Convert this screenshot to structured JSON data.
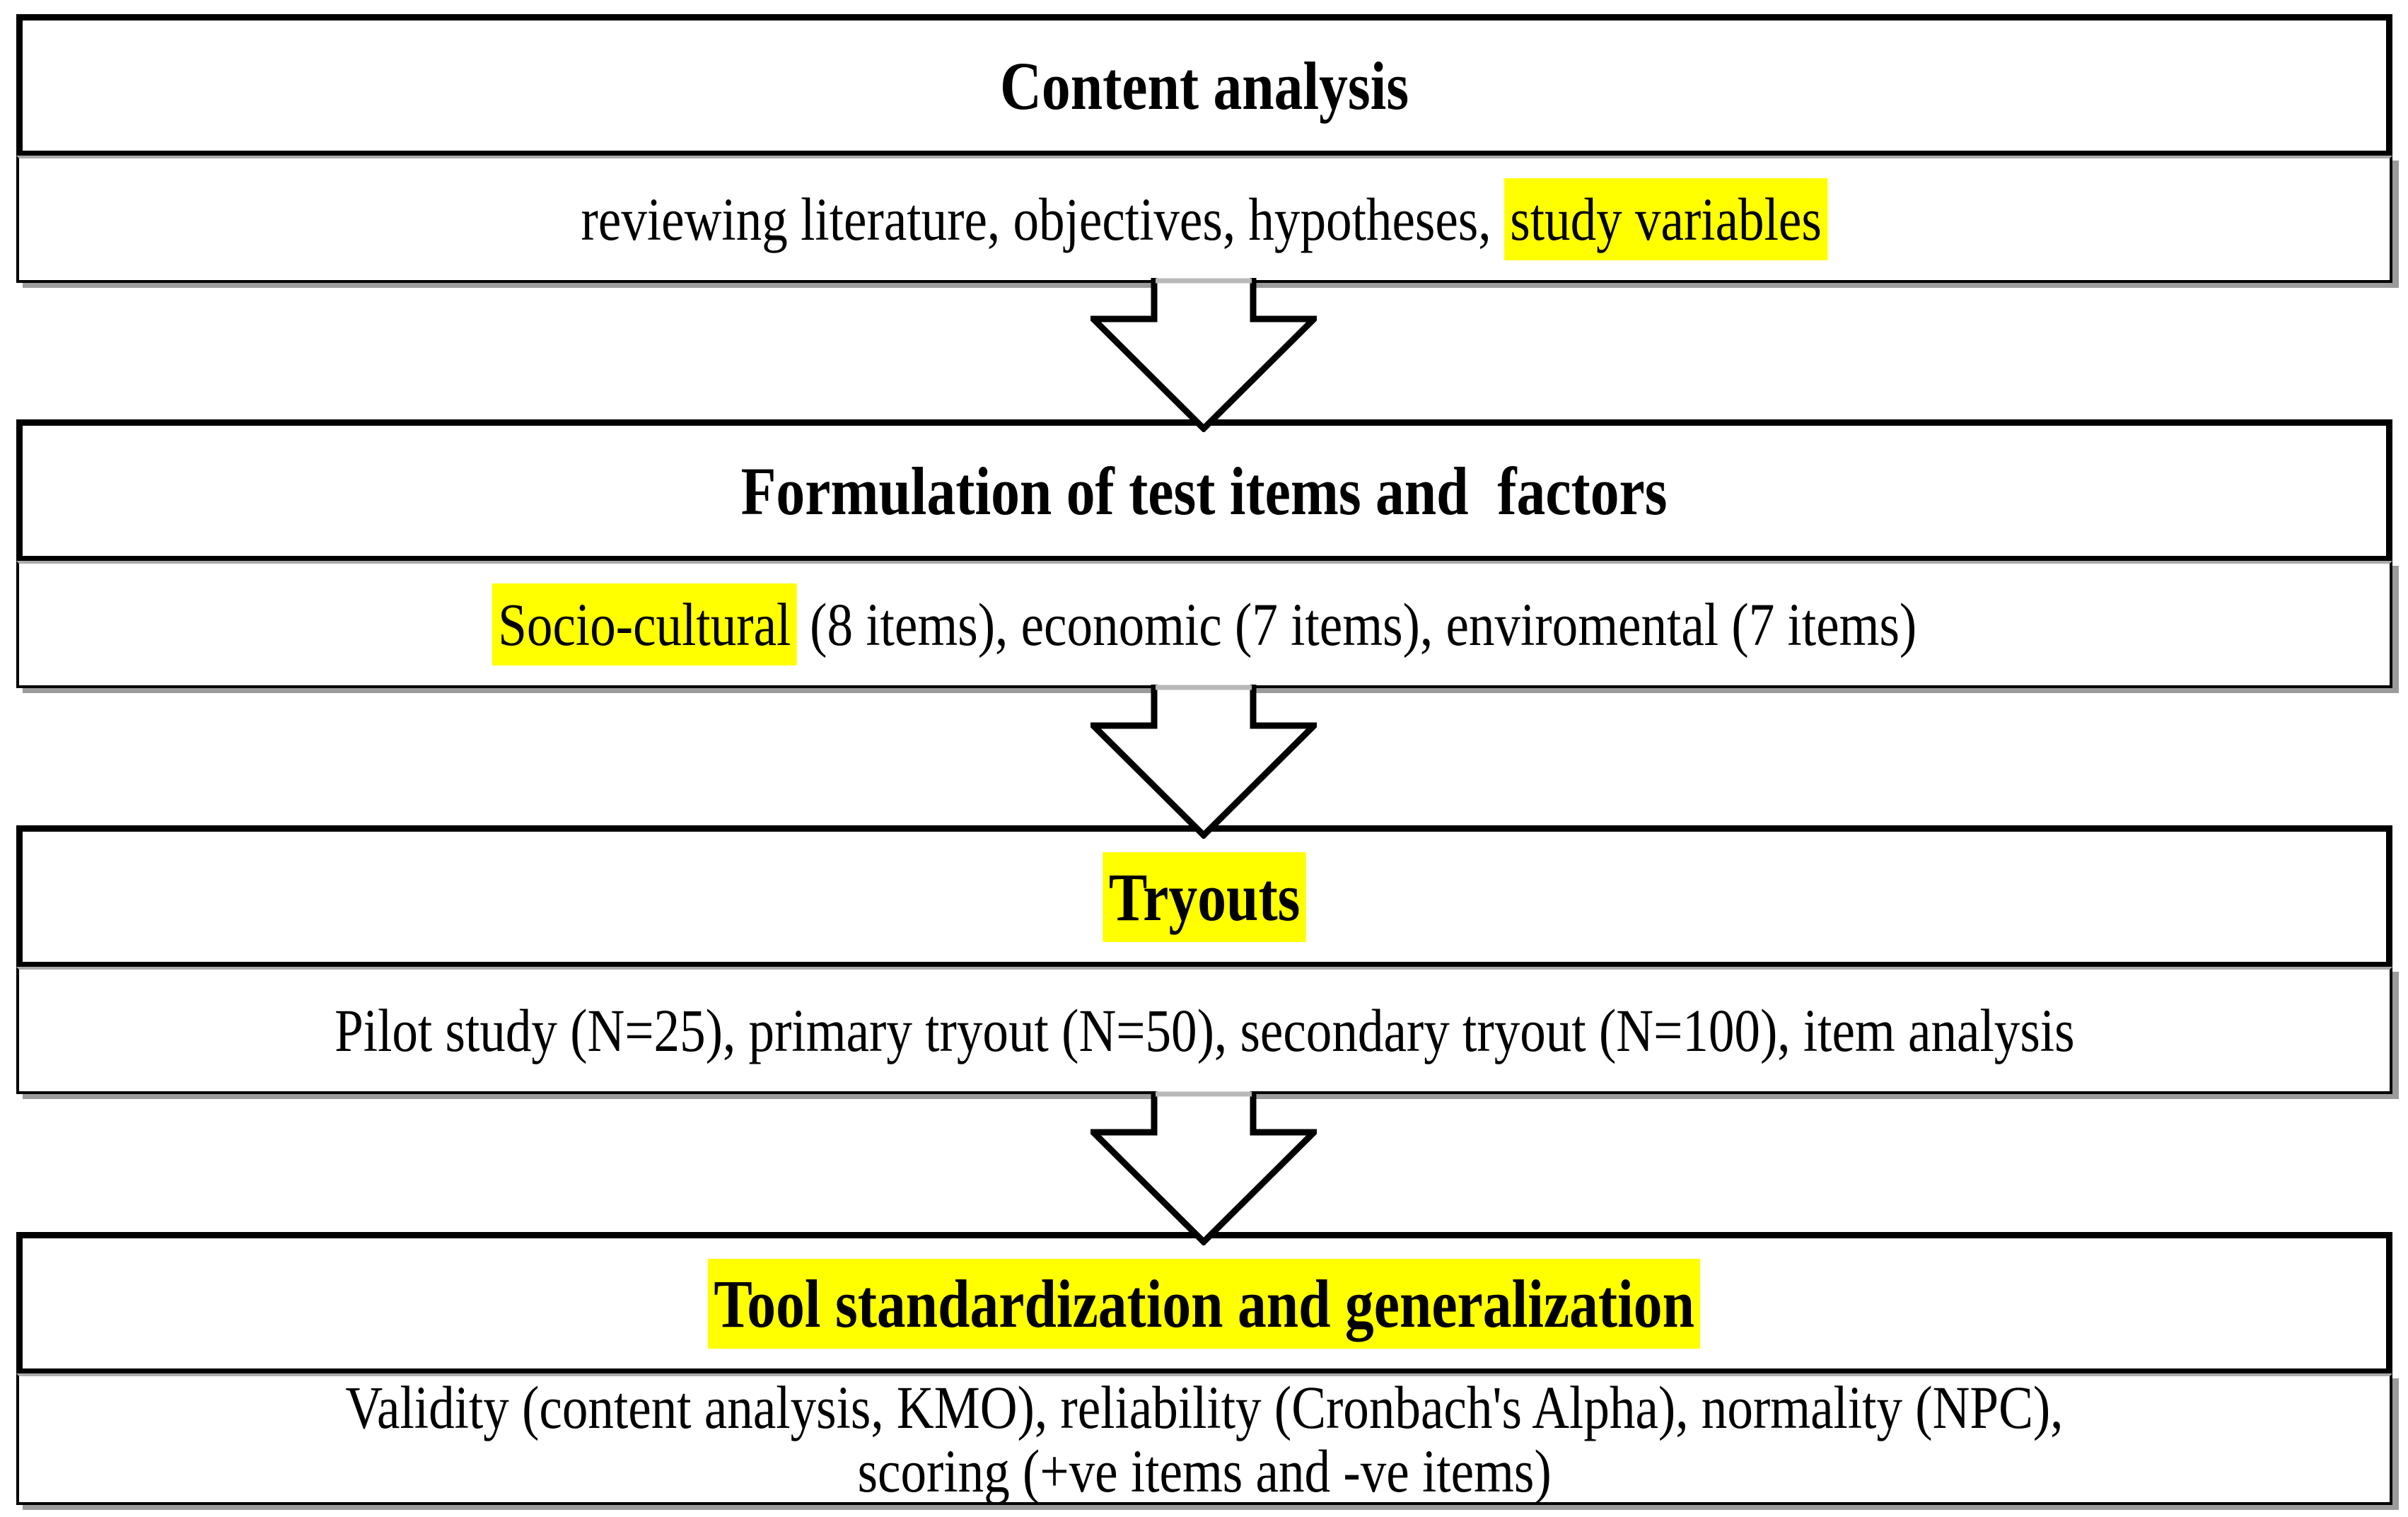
{
  "diagram": {
    "type": "flowchart",
    "background_color": "#ffffff",
    "border_color": "#000000",
    "highlight_color": "#ffff00",
    "shadow_color": "#9b9b9b",
    "connector_icon": "down-arrow-icon",
    "connector_count": 3,
    "stages": [
      {
        "title_parts": [
          {
            "text": "Content analysis",
            "highlight": false
          }
        ],
        "body_lines": [
          [
            {
              "text": "reviewing literature, objectives, hypotheses, ",
              "highlight": false
            },
            {
              "text": "study variables",
              "highlight": true
            }
          ]
        ]
      },
      {
        "title_parts": [
          {
            "text": "Formulation of test items and  factors",
            "highlight": false
          }
        ],
        "body_lines": [
          [
            {
              "text": "Socio-cultural",
              "highlight": true
            },
            {
              "text": " (8 items), economic (7 items), enviromental (7 items)",
              "highlight": false
            }
          ]
        ]
      },
      {
        "title_parts": [
          {
            "text": "Tryouts",
            "highlight": true
          }
        ],
        "body_lines": [
          [
            {
              "text": "Pilot study (N=25), primary tryout (N=50), secondary tryout (N=100), item analysis",
              "highlight": false
            }
          ]
        ]
      },
      {
        "title_parts": [
          {
            "text": "Tool standardization and generalization",
            "highlight": true
          }
        ],
        "body_lines": [
          [
            {
              "text": "Validity (content analysis, KMO), reliability (Cronbach's Alpha), normality (NPC),",
              "highlight": false
            }
          ],
          [
            {
              "text": "scoring (+ve items and -ve items)",
              "highlight": false
            }
          ]
        ]
      }
    ]
  }
}
